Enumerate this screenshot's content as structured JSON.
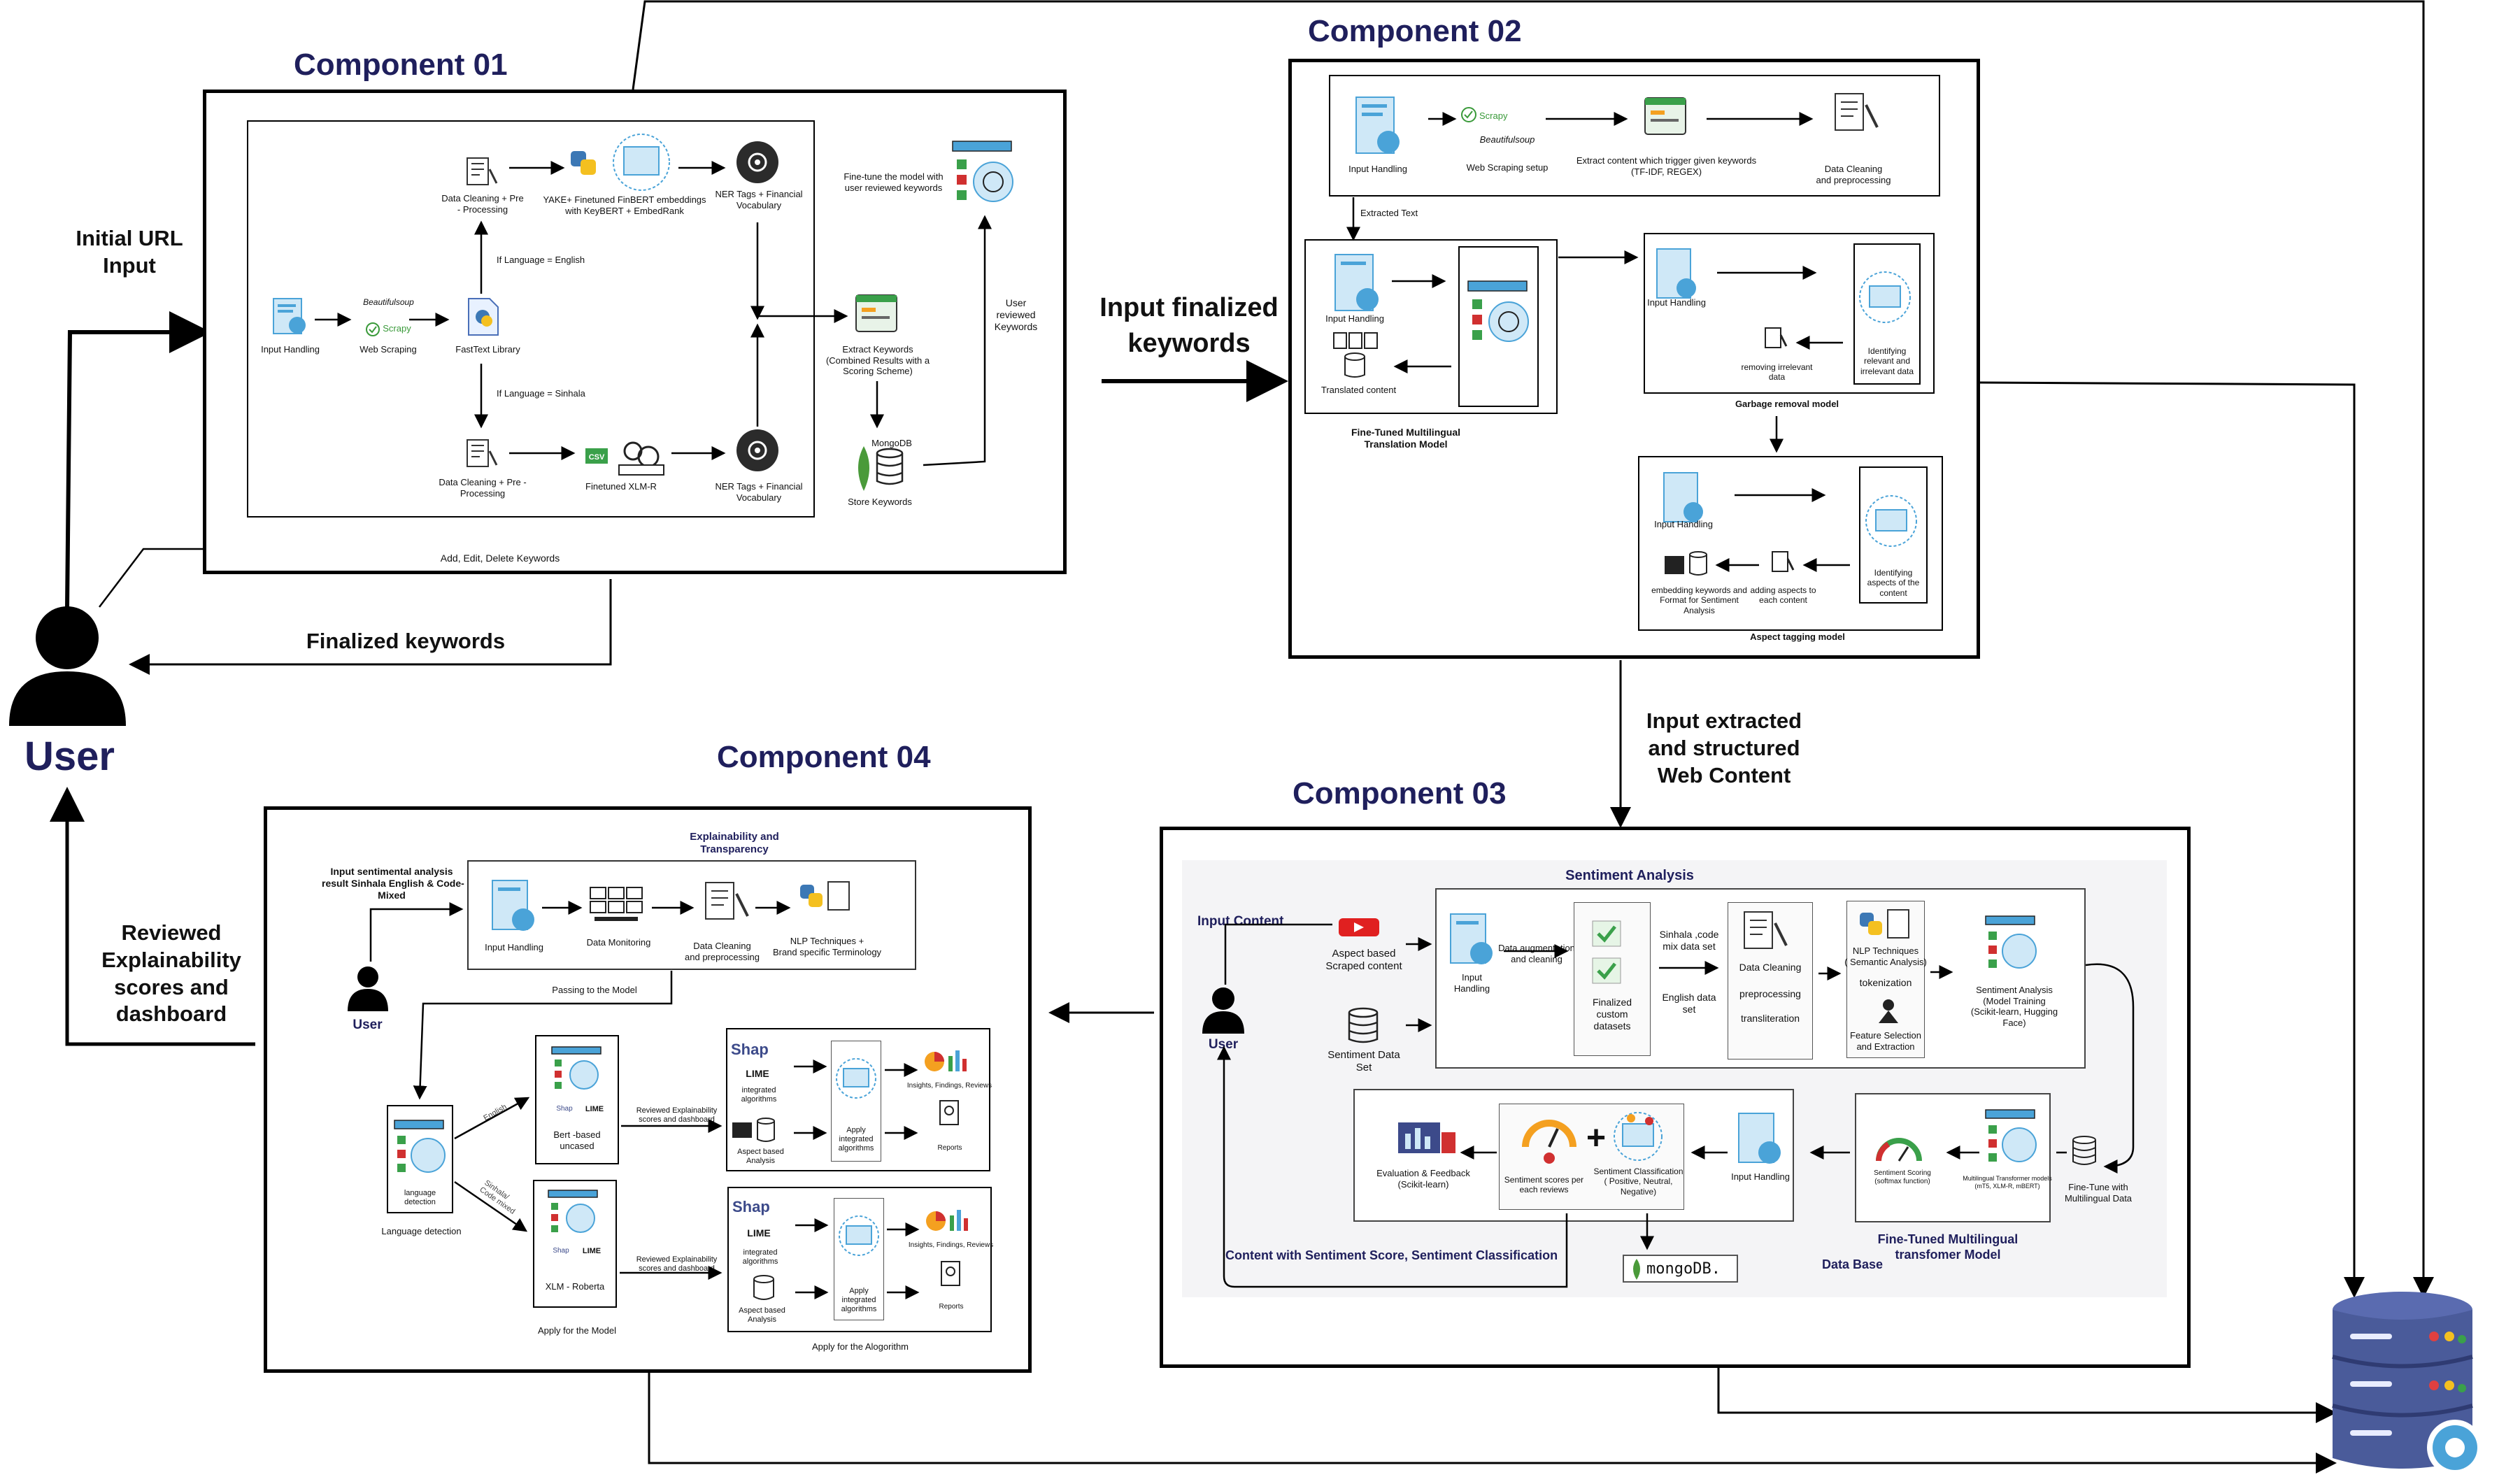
{
  "user": {
    "label": "User"
  },
  "flows": {
    "initial_url": "Initial URL\nInput",
    "finalized_keywords": "Finalized keywords",
    "reviewed_explainability": "Reviewed\nExplainability\nscores and\ndashboard",
    "input_finalized_keywords": "Input finalized\nkeywords",
    "input_extracted": "Input extracted\nand structured\nWeb Content"
  },
  "c1": {
    "title": "Component 01",
    "input_handling": "Input Handling",
    "beautifulsoup": "Beautifulsoup",
    "scrapy": "Scrapy",
    "web_scraping": "Web Scraping",
    "fasttext": "FastText Library",
    "if_english": "If Language = English",
    "if_sinhala": "If Language = Sinhala",
    "clean_top": "Data Cleaning + Pre\n- Processing",
    "clean_bottom": "Data Cleaning + Pre -\nProcessing",
    "yake": "YAKE+ Finetuned FinBERT embeddings\nwith KeyBERT + EmbedRank",
    "xlmr": "Finetuned XLM-R",
    "csv": "CSV",
    "ner_top": "NER Tags + Financial\nVocabulary",
    "ner_bottom": "NER Tags + Financial\nVocabulary",
    "extract": "Extract Keywords\n(Combined Results with a\nScoring Scheme)",
    "mongodb": "MongoDB",
    "store": "Store Keywords",
    "finetune": "Fine-tune the model with\nuser reviewed keywords",
    "user_reviewed": "User\nreviewed\nKeywords",
    "add_edit": "Add, Edit, Delete Keywords"
  },
  "c2": {
    "title": "Component 02",
    "input_handling": "Input Handling",
    "scrapy": "Scrapy",
    "beautifulsoup": "Beautifulsoup",
    "web_scraping_setup": "Web Scraping setup",
    "extract_content": "Extract content which trigger given keywords\n(TF-IDF, REGEX)",
    "data_cleaning": "Data Cleaning\nand preprocessing",
    "extracted_text": "Extracted Text",
    "translated_content": "Translated content",
    "translation_model": "Fine-Tuned Multilingual\nTranslation Model",
    "identifying_relevant": "Identifying\nrelevant and\nirrelevant data",
    "removing_irrelevant": "removing irrelevant\ndata",
    "garbage_model": "Garbage removal model",
    "identifying_aspects": "Identifying\naspects of the\ncontent",
    "adding_aspects": "adding aspects to\neach content",
    "embedding_keywords": "embedding keywords and\nFormat for Sentiment\nAnalysis",
    "aspect_model": "Aspect tagging model"
  },
  "c3": {
    "title": "Component 03",
    "sentiment_analysis": "Sentiment Analysis",
    "input_content": "Input Content",
    "user": "User",
    "youtube": "YouTube",
    "aspect_scraped": "Aspect based\nScraped content",
    "sentiment_dataset": "Sentiment Data\nSet",
    "input_handling": "Input\nHandling",
    "data_aug": "Data augmentation\nand cleaning",
    "finalized_custom": "Finalized\ncustom\ndatasets",
    "sinhala_code": "Sinhala ,code\nmix data set",
    "english_data": "English data\nset",
    "data_cleaning": "Data Cleaning",
    "preprocessing": "preprocessing",
    "transliteration": "transliteration",
    "nlp_semantic": "NLP Techniques\n( Semantic Analysis)",
    "tokenization": "tokenization",
    "feature_selection": "Feature Selection\nand Extraction",
    "model_training": "Sentiment Analysis\n(Model Training\n(Scikit-learn, Hugging\nFace)",
    "finetune_multi": "Fine-Tune with\nMultilingual Data",
    "transformer_small": "Multilingual Transformer models\n(mT5, XLM-R, mBERT)",
    "sentiment_scoring": "Sentiment Scoring\n(softmax function)",
    "input_handling2": "Input Handling",
    "sentiment_classification": "Sentiment Classification\n( Positive, Neutral,\nNegative)",
    "plus": "+",
    "scores_per_review": "Sentiment scores per\neach reviews",
    "evaluation": "Evaluation & Feedback\n(Scikit-learn)",
    "mongodb": "mongoDB.",
    "content_with_score": "Content with Sentiment Score, Sentiment Classification",
    "database": "Data Base",
    "transformer_model": "Fine-Tuned Multilingual\ntransfomer Model"
  },
  "c4": {
    "title": "Component 04",
    "input_result": "Input sentimental analysis\nresult Sinhala English & Code-\nMixed",
    "user": "User",
    "explainability": "Explainability and\nTransparency",
    "input_handling": "Input Handling",
    "data_monitoring": "Data Monitoring",
    "data_cleaning": "Data Cleaning\nand preprocessing",
    "nlp_brand": "NLP Techniques +\nBrand specific Terminology",
    "passing": "Passing to the Model",
    "language_detection_small": "language\ndetection",
    "language_detection": "Language detection",
    "english": "English",
    "sinhala": "Sinhala/\nCode mixed",
    "bert": "Bert -based\nuncased",
    "xlm": "XLM - Roberta",
    "shap": "Shap",
    "lime": "LIME",
    "integrated": "integrated\nalgorithms",
    "aspect_based": "Aspect based\nAnalysis",
    "apply_integrated": "Apply\nintegrated\nalgorithms",
    "insights": "Insights, Findings, Reviews",
    "reports": "Reports",
    "reviewed_scores": "Reviewed Explainability\nscores and dashboard",
    "apply_model": "Apply for the Model",
    "apply_algorithm": "Apply for the Alogorithm"
  },
  "colors": {
    "title": "#1f1f5c",
    "icon_blue": "#4aa3d8",
    "db_blue": "#4a5b9a",
    "mongo_green": "#4a9a3a"
  }
}
